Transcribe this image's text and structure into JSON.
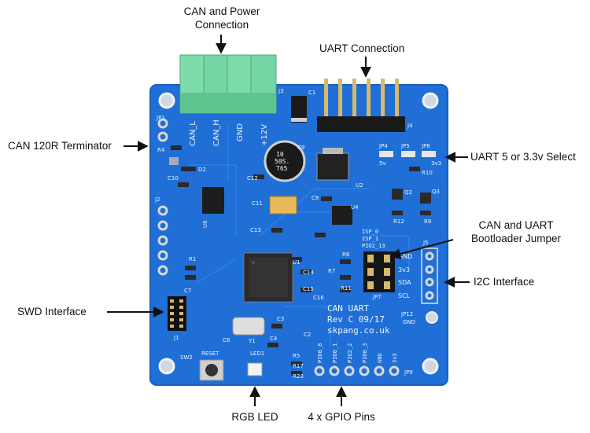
{
  "callouts": {
    "can_power": [
      "CAN and Power",
      "Connection"
    ],
    "uart_connection": "UART Connection",
    "can_terminator": "CAN 120R Terminator",
    "uart_select": "UART 5 or 3.3v Select",
    "bootloader": [
      "CAN and UART",
      "Bootloader Jumper"
    ],
    "i2c": "I2C Interface",
    "swd": "SWD Interface",
    "rgb_led": "RGB LED",
    "gpio": "4 x GPIO Pins"
  },
  "silkscreen": {
    "can_l": "CAN_L",
    "can_h": "CAN_H",
    "gnd": "GND",
    "v12": "+12V",
    "j3": "J3",
    "j4": "J4",
    "c1": "C1",
    "jp1": "JP1",
    "r4": "R4",
    "d2": "D2",
    "c10": "C10",
    "c12": "C12",
    "c11": "C11",
    "c9": "C9",
    "u6": "U6",
    "u2": "U2",
    "c13": "C13",
    "j2": "J2",
    "r1": "R1",
    "u1": "U1",
    "c7": "C7",
    "j1": "J1",
    "c6": "C6",
    "y1": "Y1",
    "c4": "C4",
    "c3": "C3",
    "c2": "C2",
    "c8": "C8",
    "u4": "U4",
    "c14": "C14",
    "c15": "C15",
    "c16": "C16",
    "r6": "R6",
    "r7": "R7",
    "r11": "R11",
    "jp4": "JP4",
    "jp5": "JP5",
    "jp6": "JP6",
    "v5": "5v",
    "v33": "3v3",
    "r10": "R10",
    "q2": "Q2",
    "q3": "Q3",
    "r12": "R12",
    "r9": "R9",
    "isp0": "ISP_0",
    "isp1": "ISP_1",
    "pio": "PIO2_13",
    "jp7": "JP7",
    "j5": "J5",
    "pin_gnd": "GND",
    "pin_3v3": "3v3",
    "pin_sda": "SDA",
    "pin_scl": "SCL",
    "board_name": "CAN UART",
    "rev": "Rev C 09/17",
    "url": "skpang.co.uk",
    "jp12": "JP12",
    "jp12_gnd": "GND",
    "sw2": "SW2",
    "reset": "RESET",
    "led1": "LED1",
    "r5": "R5",
    "r17": "R17",
    "r23": "R23",
    "pio0_8": "PIO0_8",
    "pio0_1": "PIO0_1",
    "pio2_2": "PIO2_2",
    "pio0_3": "PIO0_3",
    "gp_gnd": "GND",
    "gp_3v3": "3v3",
    "jp9": "JP9",
    "cap_top": "10",
    "cap_mid": "50S.",
    "cap_bot": "T65"
  },
  "colors": {
    "board": "#1f6fd6",
    "board_edge": "#1b5fc0",
    "terminal": "#6fd3a0",
    "gold": "#d8b86a",
    "silk": "#eef3ff"
  }
}
